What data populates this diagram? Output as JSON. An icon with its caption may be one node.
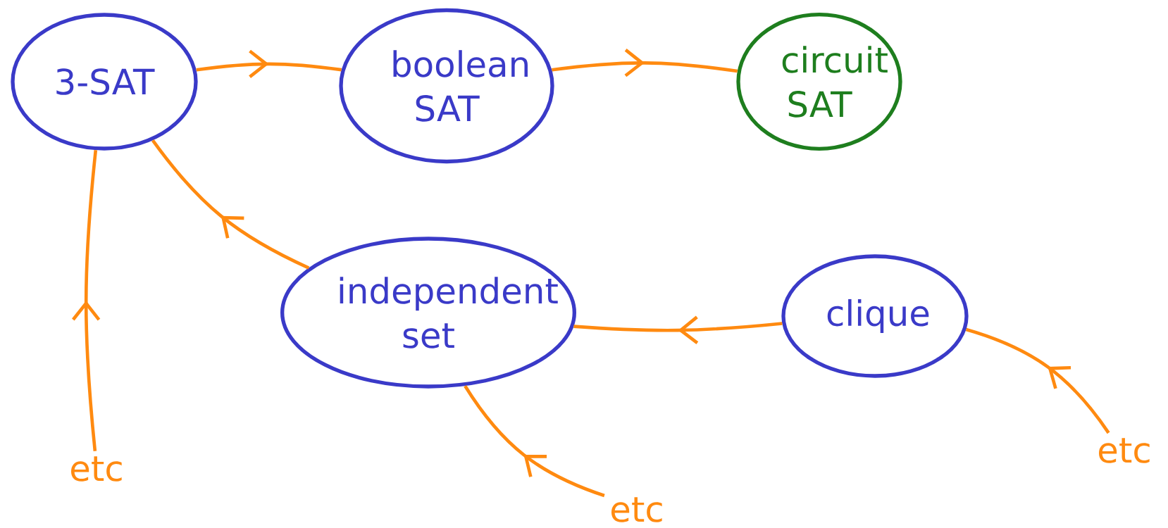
{
  "diagram": {
    "nodes": [
      {
        "text": [
          "3-SAT"
        ]
      },
      {
        "text": [
          "boolean SAT"
        ]
      },
      {
        "text": [
          "circuit SAT"
        ]
      },
      {
        "text": [
          "independent set"
        ]
      },
      {
        "text": [
          "clique"
        ]
      },
      {
        "text": [
          "etc"
        ]
      },
      {
        "text": [
          "etc"
        ]
      },
      {
        "text": [
          "etc"
        ]
      }
    ],
    "edges": [
      {
        "from": 0,
        "to": 1,
        "arrow": "to"
      },
      {
        "from": 1,
        "to": 2,
        "arrow": "to"
      },
      {
        "from": 3,
        "to": 0,
        "arrow": "to"
      },
      {
        "from": 4,
        "to": 3,
        "arrow": "to"
      },
      {
        "from": 5,
        "to": 0,
        "arrow": "to"
      },
      {
        "from": 6,
        "to": 3,
        "arrow": "to"
      },
      {
        "from": 7,
        "to": 4,
        "arrow": "to"
      }
    ]
  }
}
